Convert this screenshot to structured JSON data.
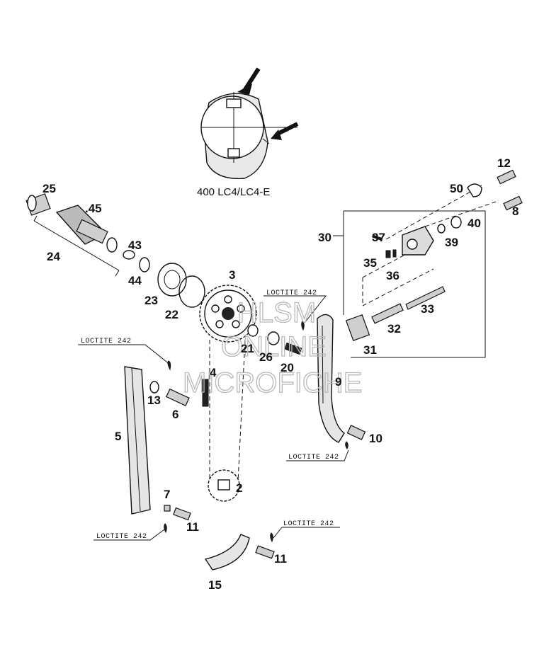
{
  "caption": "400 LC4/LC4-E",
  "loctite_label": "LOCTITE 242",
  "watermark": [
    "HLSM",
    "ONLINE",
    "MICROFICHE"
  ],
  "part_numbers": {
    "p2": "2",
    "p3": "3",
    "p4": "4",
    "p5": "5",
    "p6": "6",
    "p7": "7",
    "p8": "8",
    "p9": "9",
    "p10": "10",
    "p11a": "11",
    "p11b": "11",
    "p12": "12",
    "p13": "13",
    "p15": "15",
    "p20": "20",
    "p21": "21",
    "p22": "22",
    "p23": "23",
    "p24": "24",
    "p25": "25",
    "p26": "26",
    "p30": "30",
    "p31": "31",
    "p32": "32",
    "p33": "33",
    "p35": "35",
    "p36": "36",
    "p37": "37",
    "p39": "39",
    "p40": "40",
    "p43": "43",
    "p44": "44",
    "p45": ".45",
    "p50": "50"
  }
}
